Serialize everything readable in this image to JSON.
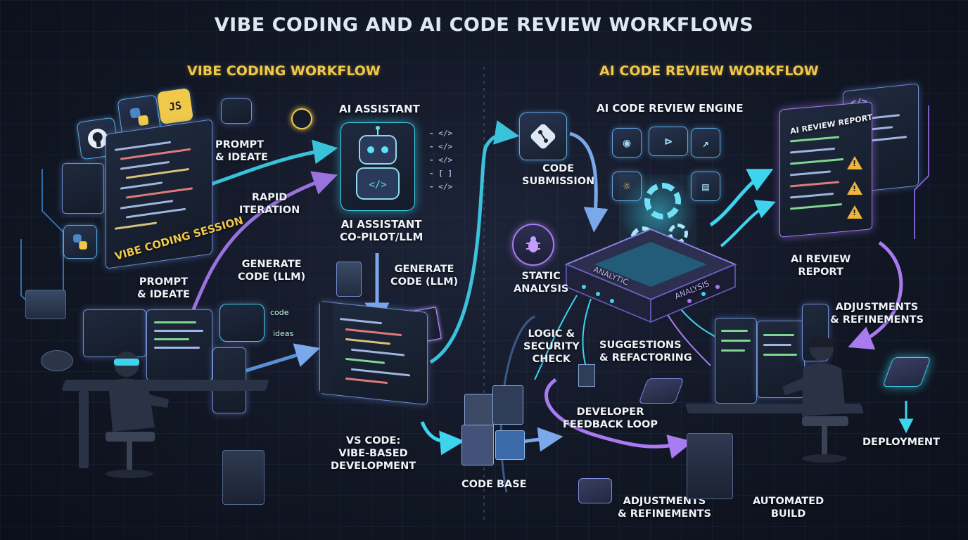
{
  "title": "VIBE CODING AND AI CODE REVIEW WORKFLOWS",
  "left_section": {
    "heading": "VIBE CODING WORKFLOW",
    "session_label": "VIBE CODING SESSION",
    "prompt_ideate_top": "PROMPT\n& IDEATE",
    "rapid_iteration": "RAPID\nITERATION",
    "assistant_heading": "AI ASSISTANT",
    "assistant_label": "AI ASSISTANT\nCO-PILOT/LLM",
    "generate_code_left": "GENERATE\nCODE (LLM)",
    "generate_code_right": "GENERATE\nCODE (LLM)",
    "prompt_ideate_bottom": "PROMPT\n& IDEATE",
    "bubble_code": "code",
    "bubble_ideas": "ideas",
    "vscode_label": "VS CODE:\nVIBE-BASED\nDEVELOPMENT",
    "code_base": "CODE BASE",
    "js_badge": "JS"
  },
  "right_section": {
    "heading": "AI CODE REVIEW WORKFLOW",
    "engine_heading": "AI CODE REVIEW ENGINE",
    "code_submission": "CODE\nSUBMISSION",
    "static_analysis": "STATIC\nANALYSIS",
    "logic_security": "LOGIC &\nSECURITY\nCHECK",
    "suggestions": "SUGGESTIONS\n& REFACTORING",
    "feedback_loop": "DEVELOPER\nFEEDBACK LOOP",
    "report_panel_title": "AI REVIEW REPORT",
    "ai_review_report": "AI REVIEW\nREPORT",
    "adjustments_top": "ADJUSTMENTS\n& REFINEMENTS",
    "adjustments_bottom": "ADJUSTMENTS\n& REFINEMENTS",
    "automated_build": "AUTOMATED\nBUILD",
    "deployment": "DEPLOYMENT",
    "platform_text_1": "ANALYTIC",
    "platform_text_2": "ANALYSIS",
    "warn_mark": "!"
  },
  "colors": {
    "accent_yellow": "#f0c84a",
    "cyan": "#3fd4ee",
    "purple": "#a87cf0",
    "blue": "#6f8ccf",
    "warning": "#f0b43a"
  }
}
